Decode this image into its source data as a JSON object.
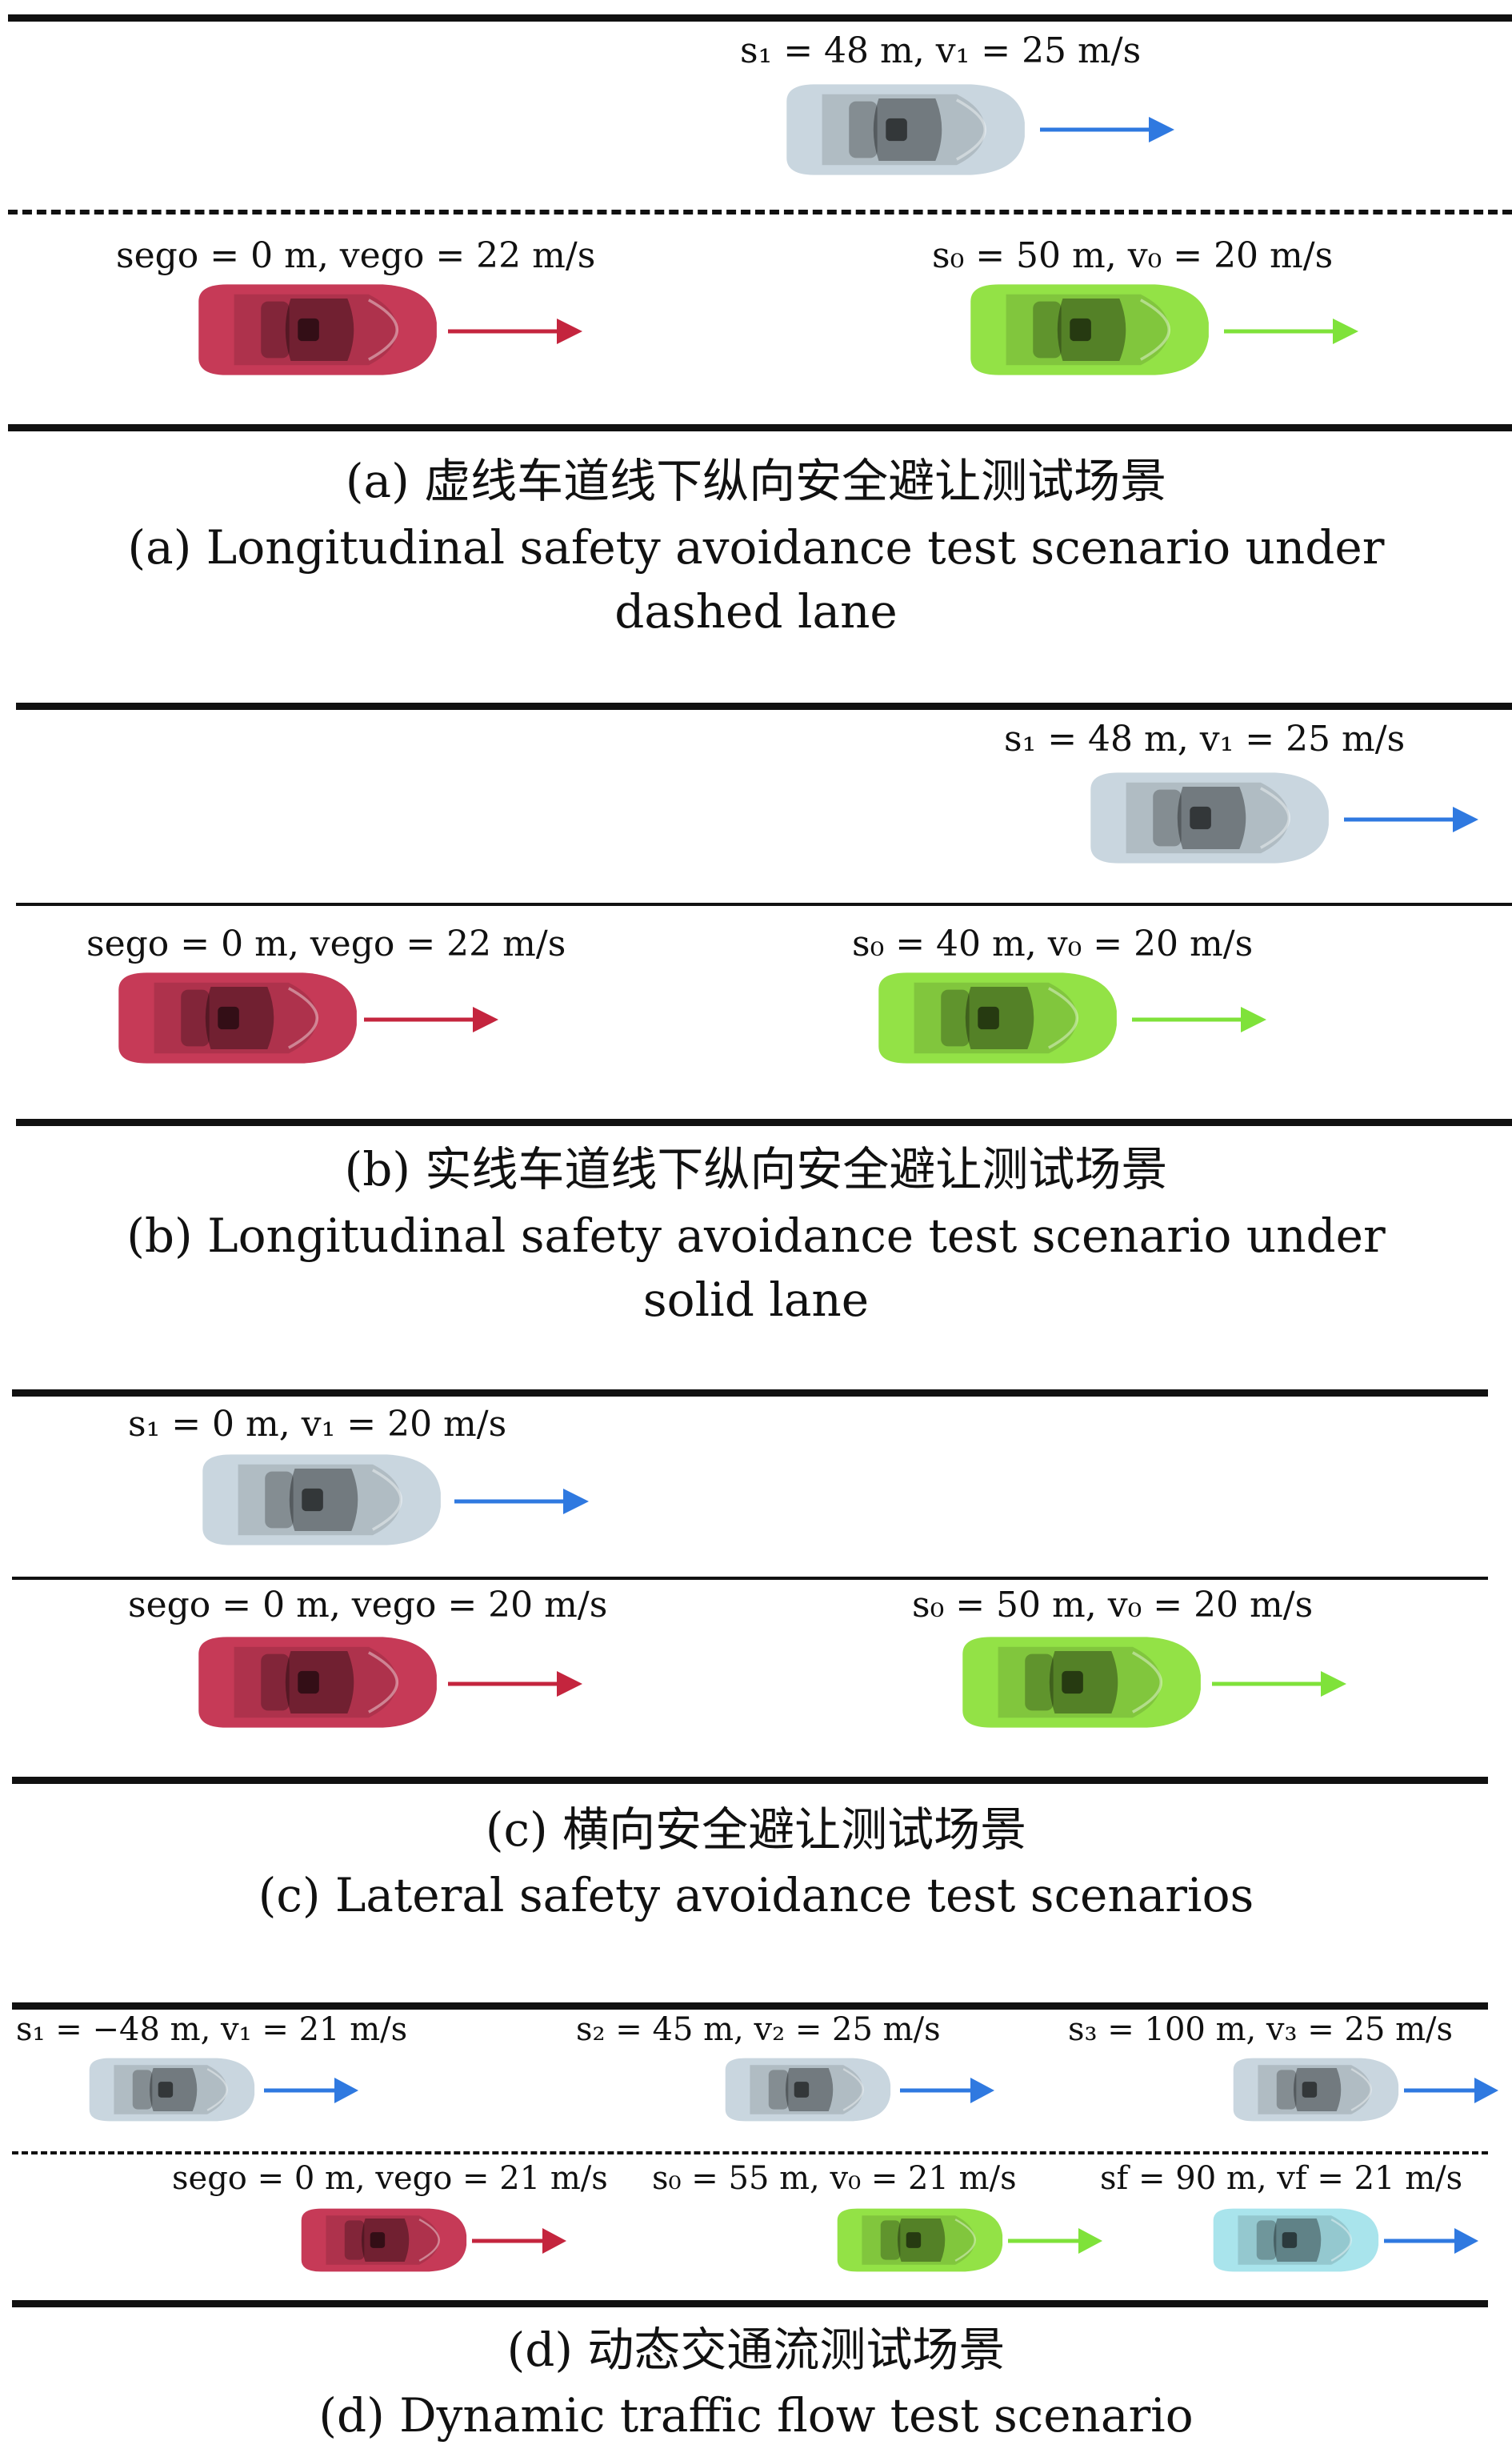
{
  "colors": {
    "ego": "#c63a57",
    "lead": "#93e246",
    "other": "#c9d6df",
    "follow": "#a9e4ec",
    "blue_arrow": "#2f79e0",
    "red_arrow": "#c4253e",
    "green_arrow": "#7fe23a"
  },
  "panels": [
    {
      "id": "a",
      "lane_type": "dashed",
      "caption_zh": "(a) 虚线车道线下纵向安全避让测试场景",
      "caption_en_line1": "(a) Longitudinal safety avoidance test scenario under",
      "caption_en_line2": "dashed lane",
      "vehicles": [
        {
          "role": "other",
          "label": "s₁ = 48 m, v₁ = 25 m/s"
        },
        {
          "role": "ego",
          "label": "sego = 0 m, vego = 22 m/s"
        },
        {
          "role": "lead",
          "label": "s₀ = 50 m, v₀ = 20 m/s"
        }
      ]
    },
    {
      "id": "b",
      "lane_type": "solid",
      "caption_zh": "(b) 实线车道线下纵向安全避让测试场景",
      "caption_en_line1": "(b) Longitudinal safety avoidance test scenario under",
      "caption_en_line2": "solid lane",
      "vehicles": [
        {
          "role": "other",
          "label": "s₁ = 48 m, v₁ = 25 m/s"
        },
        {
          "role": "ego",
          "label": "sego = 0 m, vego = 22 m/s"
        },
        {
          "role": "lead",
          "label": "s₀ = 40 m, v₀ = 20 m/s"
        }
      ]
    },
    {
      "id": "c",
      "lane_type": "solid",
      "caption_zh": "(c) 横向安全避让测试场景",
      "caption_en_line1": "(c) Lateral safety avoidance test scenarios",
      "vehicles": [
        {
          "role": "other",
          "label": "s₁ = 0 m, v₁ = 20 m/s"
        },
        {
          "role": "ego",
          "label": "sego = 0 m, vego = 20 m/s"
        },
        {
          "role": "lead",
          "label": "s₀ = 50 m, v₀ = 20 m/s"
        }
      ]
    },
    {
      "id": "d",
      "lane_type": "dashed",
      "caption_zh": "(d) 动态交通流测试场景",
      "caption_en_line1": "(d) Dynamic traffic flow test scenario",
      "vehicles": [
        {
          "role": "other",
          "label": "s₁ = −48 m, v₁ = 21 m/s"
        },
        {
          "role": "other",
          "label": "s₂ = 45 m, v₂ = 25 m/s"
        },
        {
          "role": "other",
          "label": "s₃ = 100 m, v₃ = 25 m/s"
        },
        {
          "role": "ego",
          "label": "sego = 0 m, vego = 21 m/s"
        },
        {
          "role": "lead",
          "label": "s₀ = 55 m, v₀ = 21 m/s"
        },
        {
          "role": "follow",
          "label": "sf = 90 m, vf = 21 m/s"
        }
      ]
    }
  ]
}
